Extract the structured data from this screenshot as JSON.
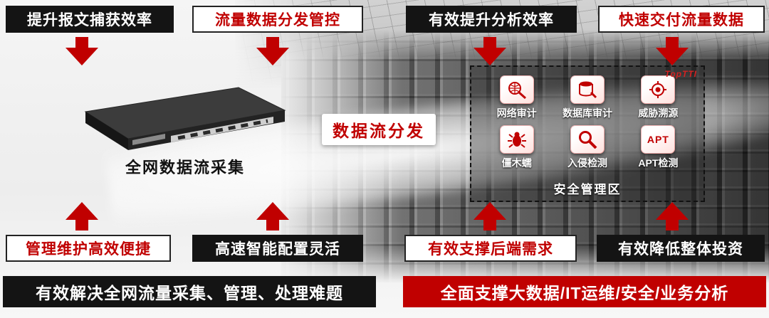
{
  "colors": {
    "accent_red": "#c00000",
    "label_black": "#141414"
  },
  "top_labels": [
    {
      "text": "提升报文捕获效率",
      "variant": "solid"
    },
    {
      "text": "流量数据分发管控",
      "variant": "outline"
    },
    {
      "text": "有效提升分析效率",
      "variant": "solid"
    },
    {
      "text": "快速交付流量数据",
      "variant": "outline"
    }
  ],
  "collector": {
    "label": "全网数据流采集"
  },
  "flow": {
    "label": "数据流分发"
  },
  "security_zone": {
    "brand": "TopTTI",
    "title": "安全管理区",
    "apps": [
      {
        "label": "网络审计"
      },
      {
        "label": "数据库审计"
      },
      {
        "label": "威胁溯源"
      },
      {
        "label": "僵木蠕"
      },
      {
        "label": "入侵检测"
      },
      {
        "label": "APT检测",
        "icon_text": "APT"
      }
    ]
  },
  "bottom_labels": [
    {
      "text": "管理维护高效便捷",
      "variant": "outline"
    },
    {
      "text": "高速智能配置灵活",
      "variant": "solid"
    },
    {
      "text": "有效支撑后端需求",
      "variant": "outline"
    },
    {
      "text": "有效降低整体投资",
      "variant": "solid"
    }
  ],
  "banners": [
    {
      "text": "有效解决全网流量采集、管理、处理难题",
      "variant": "black"
    },
    {
      "text": "全面支撑大数据/IT运维/安全/业务分析",
      "variant": "red"
    }
  ]
}
